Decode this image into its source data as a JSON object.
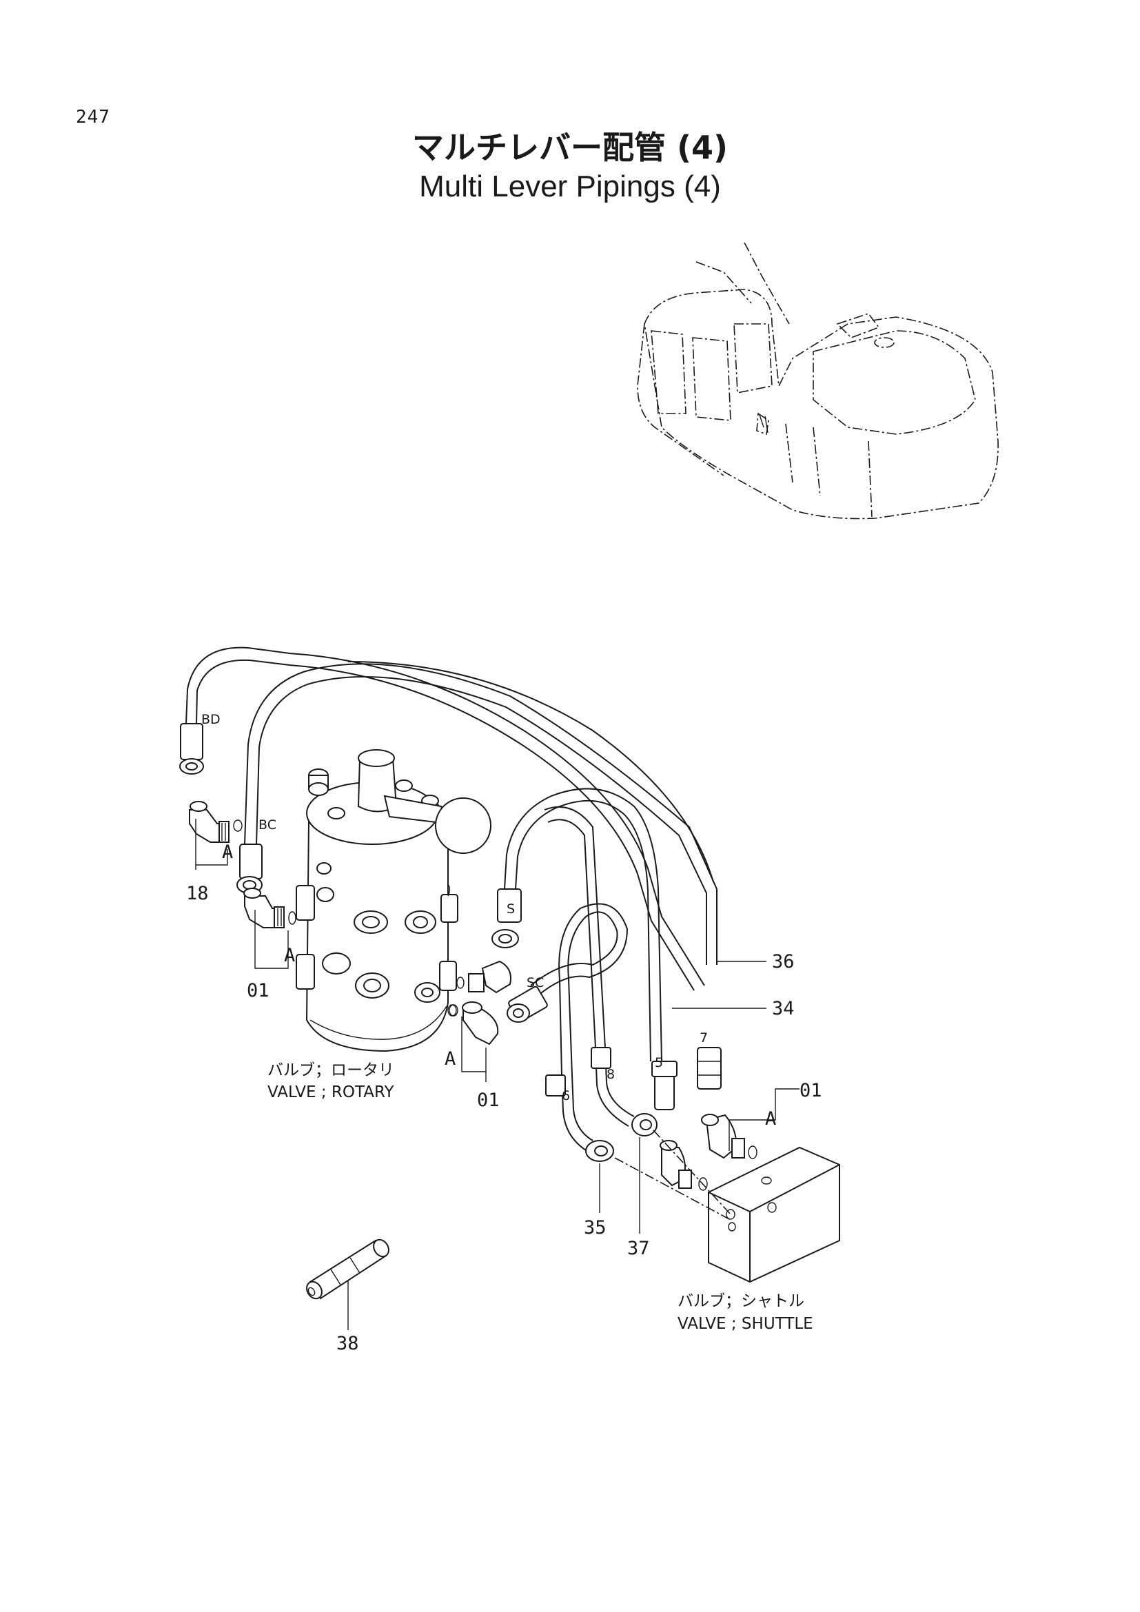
{
  "page": {
    "number": "247",
    "title_jp": "マルチレバー配管 (4)",
    "title_en": "Multi Lever Pipings (4)"
  },
  "ports": {
    "bd": "BD",
    "bc": "BC",
    "s": "S",
    "sc": "SC",
    "a1": "A",
    "a2": "A",
    "a3": "A",
    "a4": "A",
    "p5": "5",
    "p6": "6",
    "p7": "7",
    "p8": "8"
  },
  "callouts": {
    "c18": "18",
    "c01_left": "01",
    "c01_mid": "01",
    "c01_right": "01",
    "c34": "34",
    "c35": "35",
    "c36": "36",
    "c37": "37",
    "c38": "38"
  },
  "captions": {
    "rotary_jp": "バルブ；ロータリ",
    "rotary_en": "VALVE ; ROTARY",
    "shuttle_jp": "バルブ；シャトル",
    "shuttle_en": "VALVE ; SHUTTLE"
  }
}
